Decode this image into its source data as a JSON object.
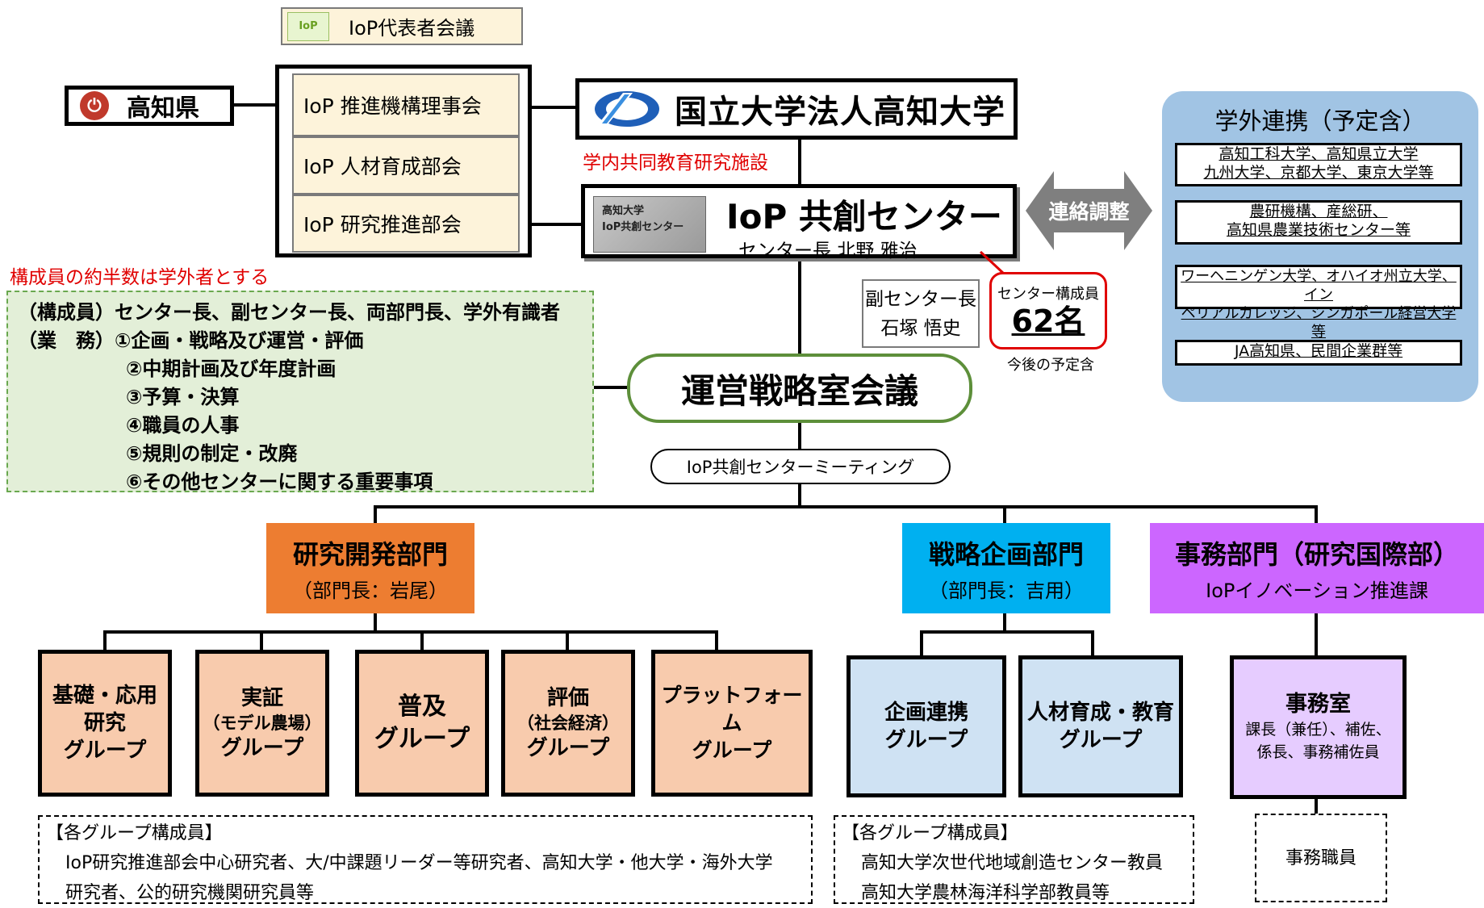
{
  "top": {
    "rep_meeting": "IoP代表者会議",
    "rep_logo_text": "IoP",
    "council": [
      "IoP 推進機構理事会",
      "IoP 人材育成部会",
      "IoP 研究推進部会"
    ],
    "prefecture": "高知県",
    "university": "国立大学法人高知大学",
    "facility_note": "学内共同教育研究施設"
  },
  "center": {
    "photo_lines": [
      "高知大学",
      "IoP共創センター"
    ],
    "title": "IoP 共創センター",
    "head": "センター長 北野 雅治",
    "liaison": "連絡調整",
    "deputy_label": "副センター長",
    "deputy_name": "石塚 悟史",
    "members_label": "センター構成員",
    "members_count": "62名",
    "members_note": "今後の予定含"
  },
  "external": {
    "title": "学外連携（予定含）",
    "partners": [
      [
        "高知工科大学、高知県立大学",
        "九州大学、京都大学、東京大学等"
      ],
      [
        "農研機構、産総研、",
        "高知県農業技術センター等"
      ],
      [
        "ワーヘニンゲン大学、オハイオ州立大学、イン",
        "ペリアルカレッジ、シンガポール経営大学等"
      ],
      [
        "JA高知県、民間企業群等"
      ]
    ]
  },
  "roles": {
    "note": "構成員の約半数は学外者とする",
    "lines": [
      "（構成員）センター長、副センター長、両部門長、学外有識者",
      "（業　務）①企画・戦略及び運営・評価",
      "②中期計画及び年度計画",
      "③予算・決算",
      "④職員の人事",
      "⑤規則の制定・改廃",
      "⑥その他センターに関する重要事項"
    ]
  },
  "board": "運営戦略室会議",
  "meeting": "IoP共創センターミーティング",
  "departments": [
    {
      "title": "研究開発部門",
      "sub": "（部門長：岩尾）",
      "color": "#ed7d31"
    },
    {
      "title": "戦略企画部門",
      "sub": "（部門長：吉用）",
      "color": "#00b0f0"
    },
    {
      "title": "事務部門（研究国際部）",
      "sub": "IoPイノベーション推進課",
      "color": "#cc66ff"
    }
  ],
  "groups": {
    "rd": [
      {
        "lines": [
          "基礎・応用",
          "研究",
          "グループ"
        ]
      },
      {
        "lines": [
          "実証",
          "（モデル農場）",
          "グループ"
        ]
      },
      {
        "lines": [
          "普及",
          "グループ"
        ]
      },
      {
        "lines": [
          "評価",
          "（社会経済）",
          "グループ"
        ]
      },
      {
        "lines": [
          "プラットフォーム",
          "グループ"
        ]
      }
    ],
    "strategy": [
      {
        "lines": [
          "企画連携",
          "グループ"
        ]
      },
      {
        "lines": [
          "人材育成・教育",
          "グループ"
        ]
      }
    ],
    "office": {
      "title": "事務室",
      "lines": [
        "課長（兼任）、補佐、",
        "係長、事務補佐員"
      ]
    }
  },
  "notes": {
    "rd": [
      "【各グループ構成員】",
      "IoP研究推進部会中心研究者、大/中課題リーダー等研究者、高知大学・他大学・海外大学",
      "研究者、公的研究機関研究員等"
    ],
    "strategy": [
      "【各グループ構成員】",
      "高知大学次世代地域創造センター教員",
      "高知大学農林海洋科学部教員等"
    ],
    "office": "事務職員"
  }
}
